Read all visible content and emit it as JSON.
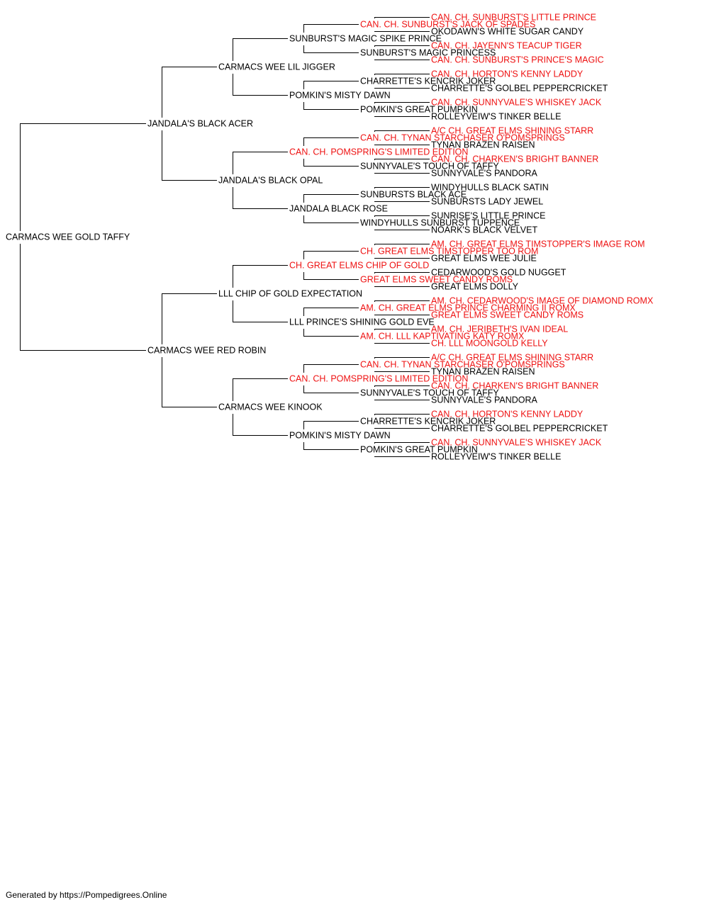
{
  "colors": {
    "champion": "#ee1111",
    "normal": "#000000",
    "line": "#000000"
  },
  "pedigree": {
    "name": "CARMACS WEE GOLD TAFFY",
    "ch": false,
    "sire": {
      "name": "JANDALA'S BLACK ACER",
      "ch": false,
      "sire": {
        "name": "CARMACS WEE LIL JIGGER",
        "ch": false,
        "sire": {
          "name": "SUNBURST'S MAGIC SPIKE PRINCE",
          "ch": false,
          "sire": {
            "name": "CAN. CH. SUNBURST'S JACK OF SPADES",
            "ch": true,
            "sire": {
              "name": "CAN. CH. SUNBURST'S LITTLE PRINCE",
              "ch": true
            },
            "dam": {
              "name": "OKODAWN'S WHITE SUGAR CANDY",
              "ch": false
            }
          },
          "dam": {
            "name": "SUNBURST'S MAGIC PRINCESS",
            "ch": false,
            "sire": {
              "name": "CAN. CH. JAYENN'S TEACUP TIGER",
              "ch": true
            },
            "dam": {
              "name": "CAN. CH. SUNBURST'S PRINCE'S MAGIC",
              "ch": true
            }
          }
        },
        "dam": {
          "name": "POMKIN'S MISTY DAWN",
          "ch": false,
          "sire": {
            "name": "CHARRETTE'S KENCRIK JOKER",
            "ch": false,
            "sire": {
              "name": "CAN. CH. HORTON'S KENNY LADDY",
              "ch": true
            },
            "dam": {
              "name": "CHARRETTE'S GOLBEL PEPPERCRICKET",
              "ch": false
            }
          },
          "dam": {
            "name": "POMKIN'S GREAT PUMPKIN",
            "ch": false,
            "sire": {
              "name": "CAN. CH. SUNNYVALE'S WHISKEY JACK",
              "ch": true
            },
            "dam": {
              "name": "ROLLEYVEIW'S TINKER BELLE",
              "ch": false
            }
          }
        }
      },
      "dam": {
        "name": "JANDALA'S BLACK OPAL",
        "ch": false,
        "sire": {
          "name": "CAN. CH. POMSPRING'S LIMITED EDITION",
          "ch": true,
          "sire": {
            "name": "CAN. CH. TYNAN STARCHASER O'POMSPRINGS",
            "ch": true,
            "sire": {
              "name": "A/C CH. GREAT ELMS SHINING STARR",
              "ch": true
            },
            "dam": {
              "name": "TYNAN BRAZEN RAISEN",
              "ch": false
            }
          },
          "dam": {
            "name": "SUNNYVALE'S TOUCH OF TAFFY",
            "ch": false,
            "sire": {
              "name": "CAN. CH. CHARKEN'S BRIGHT BANNER",
              "ch": true
            },
            "dam": {
              "name": "SUNNYVALE'S PANDORA",
              "ch": false
            }
          }
        },
        "dam": {
          "name": "JANDALA BLACK ROSE",
          "ch": false,
          "sire": {
            "name": "SUNBURSTS BLACK ACE",
            "ch": false,
            "sire": {
              "name": "WINDYHULLS BLACK SATIN",
              "ch": false
            },
            "dam": {
              "name": "SUNBURSTS LADY JEWEL",
              "ch": false
            }
          },
          "dam": {
            "name": "WINDYHULLS SUNBURST TUPPENCE",
            "ch": false,
            "sire": {
              "name": "SUNRISE'S LITTLE PRINCE",
              "ch": false
            },
            "dam": {
              "name": "NOARK'S BLACK VELVET",
              "ch": false
            }
          }
        }
      }
    },
    "dam": {
      "name": "CARMACS WEE RED ROBIN",
      "ch": false,
      "sire": {
        "name": "LLL CHIP OF GOLD EXPECTATION",
        "ch": false,
        "sire": {
          "name": "CH. GREAT ELMS CHIP OF GOLD",
          "ch": true,
          "sire": {
            "name": "CH. GREAT ELMS TIMSTOPPER TOO ROM",
            "ch": true,
            "sire": {
              "name": "AM. CH. GREAT ELMS TIMSTOPPER'S IMAGE ROM",
              "ch": true
            },
            "dam": {
              "name": "GREAT ELMS WEE JULIE",
              "ch": false
            }
          },
          "dam": {
            "name": "GREAT ELMS SWEET CANDY ROMS",
            "ch": true,
            "sire": {
              "name": "CEDARWOOD'S GOLD NUGGET",
              "ch": false
            },
            "dam": {
              "name": "GREAT ELMS DOLLY",
              "ch": false
            }
          }
        },
        "dam": {
          "name": "LLL PRINCE'S SHINING GOLD EVE",
          "ch": false,
          "sire": {
            "name": "AM. CH. GREAT ELMS PRINCE CHARMING II ROMX",
            "ch": true,
            "sire": {
              "name": "AM. CH. CEDARWOOD'S IMAGE OF DIAMOND ROMX",
              "ch": true
            },
            "dam": {
              "name": "GREAT ELMS SWEET CANDY ROMS",
              "ch": true
            }
          },
          "dam": {
            "name": "AM. CH. LLL KAPTIVATING KATY ROMX",
            "ch": true,
            "sire": {
              "name": "AM. CH. JERIBETH'S IVAN IDEAL",
              "ch": true
            },
            "dam": {
              "name": "CH. LLL MOONGOLD KELLY",
              "ch": true
            }
          }
        }
      },
      "dam": {
        "name": "CARMACS WEE KINOOK",
        "ch": false,
        "sire": {
          "name": "CAN. CH. POMSPRING'S LIMITED EDITION",
          "ch": true,
          "sire": {
            "name": "CAN. CH. TYNAN STARCHASER O'POMSPRINGS",
            "ch": true,
            "sire": {
              "name": "A/C CH. GREAT ELMS SHINING STARR",
              "ch": true
            },
            "dam": {
              "name": "TYNAN BRAZEN RAISEN",
              "ch": false
            }
          },
          "dam": {
            "name": "SUNNYVALE'S TOUCH OF TAFFY",
            "ch": false,
            "sire": {
              "name": "CAN. CH. CHARKEN'S BRIGHT BANNER",
              "ch": true
            },
            "dam": {
              "name": "SUNNYVALE'S PANDORA",
              "ch": false
            }
          }
        },
        "dam": {
          "name": "POMKIN'S MISTY DAWN",
          "ch": false,
          "sire": {
            "name": "CHARRETTE'S KENCRIK JOKER",
            "ch": false,
            "sire": {
              "name": "CAN. CH. HORTON'S KENNY LADDY",
              "ch": true
            },
            "dam": {
              "name": "CHARRETTE'S GOLBEL PEPPERCRICKET",
              "ch": false
            }
          },
          "dam": {
            "name": "POMKIN'S GREAT PUMPKIN",
            "ch": false,
            "sire": {
              "name": "CAN. CH. SUNNYVALE'S WHISKEY JACK",
              "ch": true
            },
            "dam": {
              "name": "ROLLEYVEIW'S TINKER BELLE",
              "ch": false
            }
          }
        }
      }
    }
  },
  "footer": {
    "text": "Generated by https://Pompedigrees.Online"
  }
}
